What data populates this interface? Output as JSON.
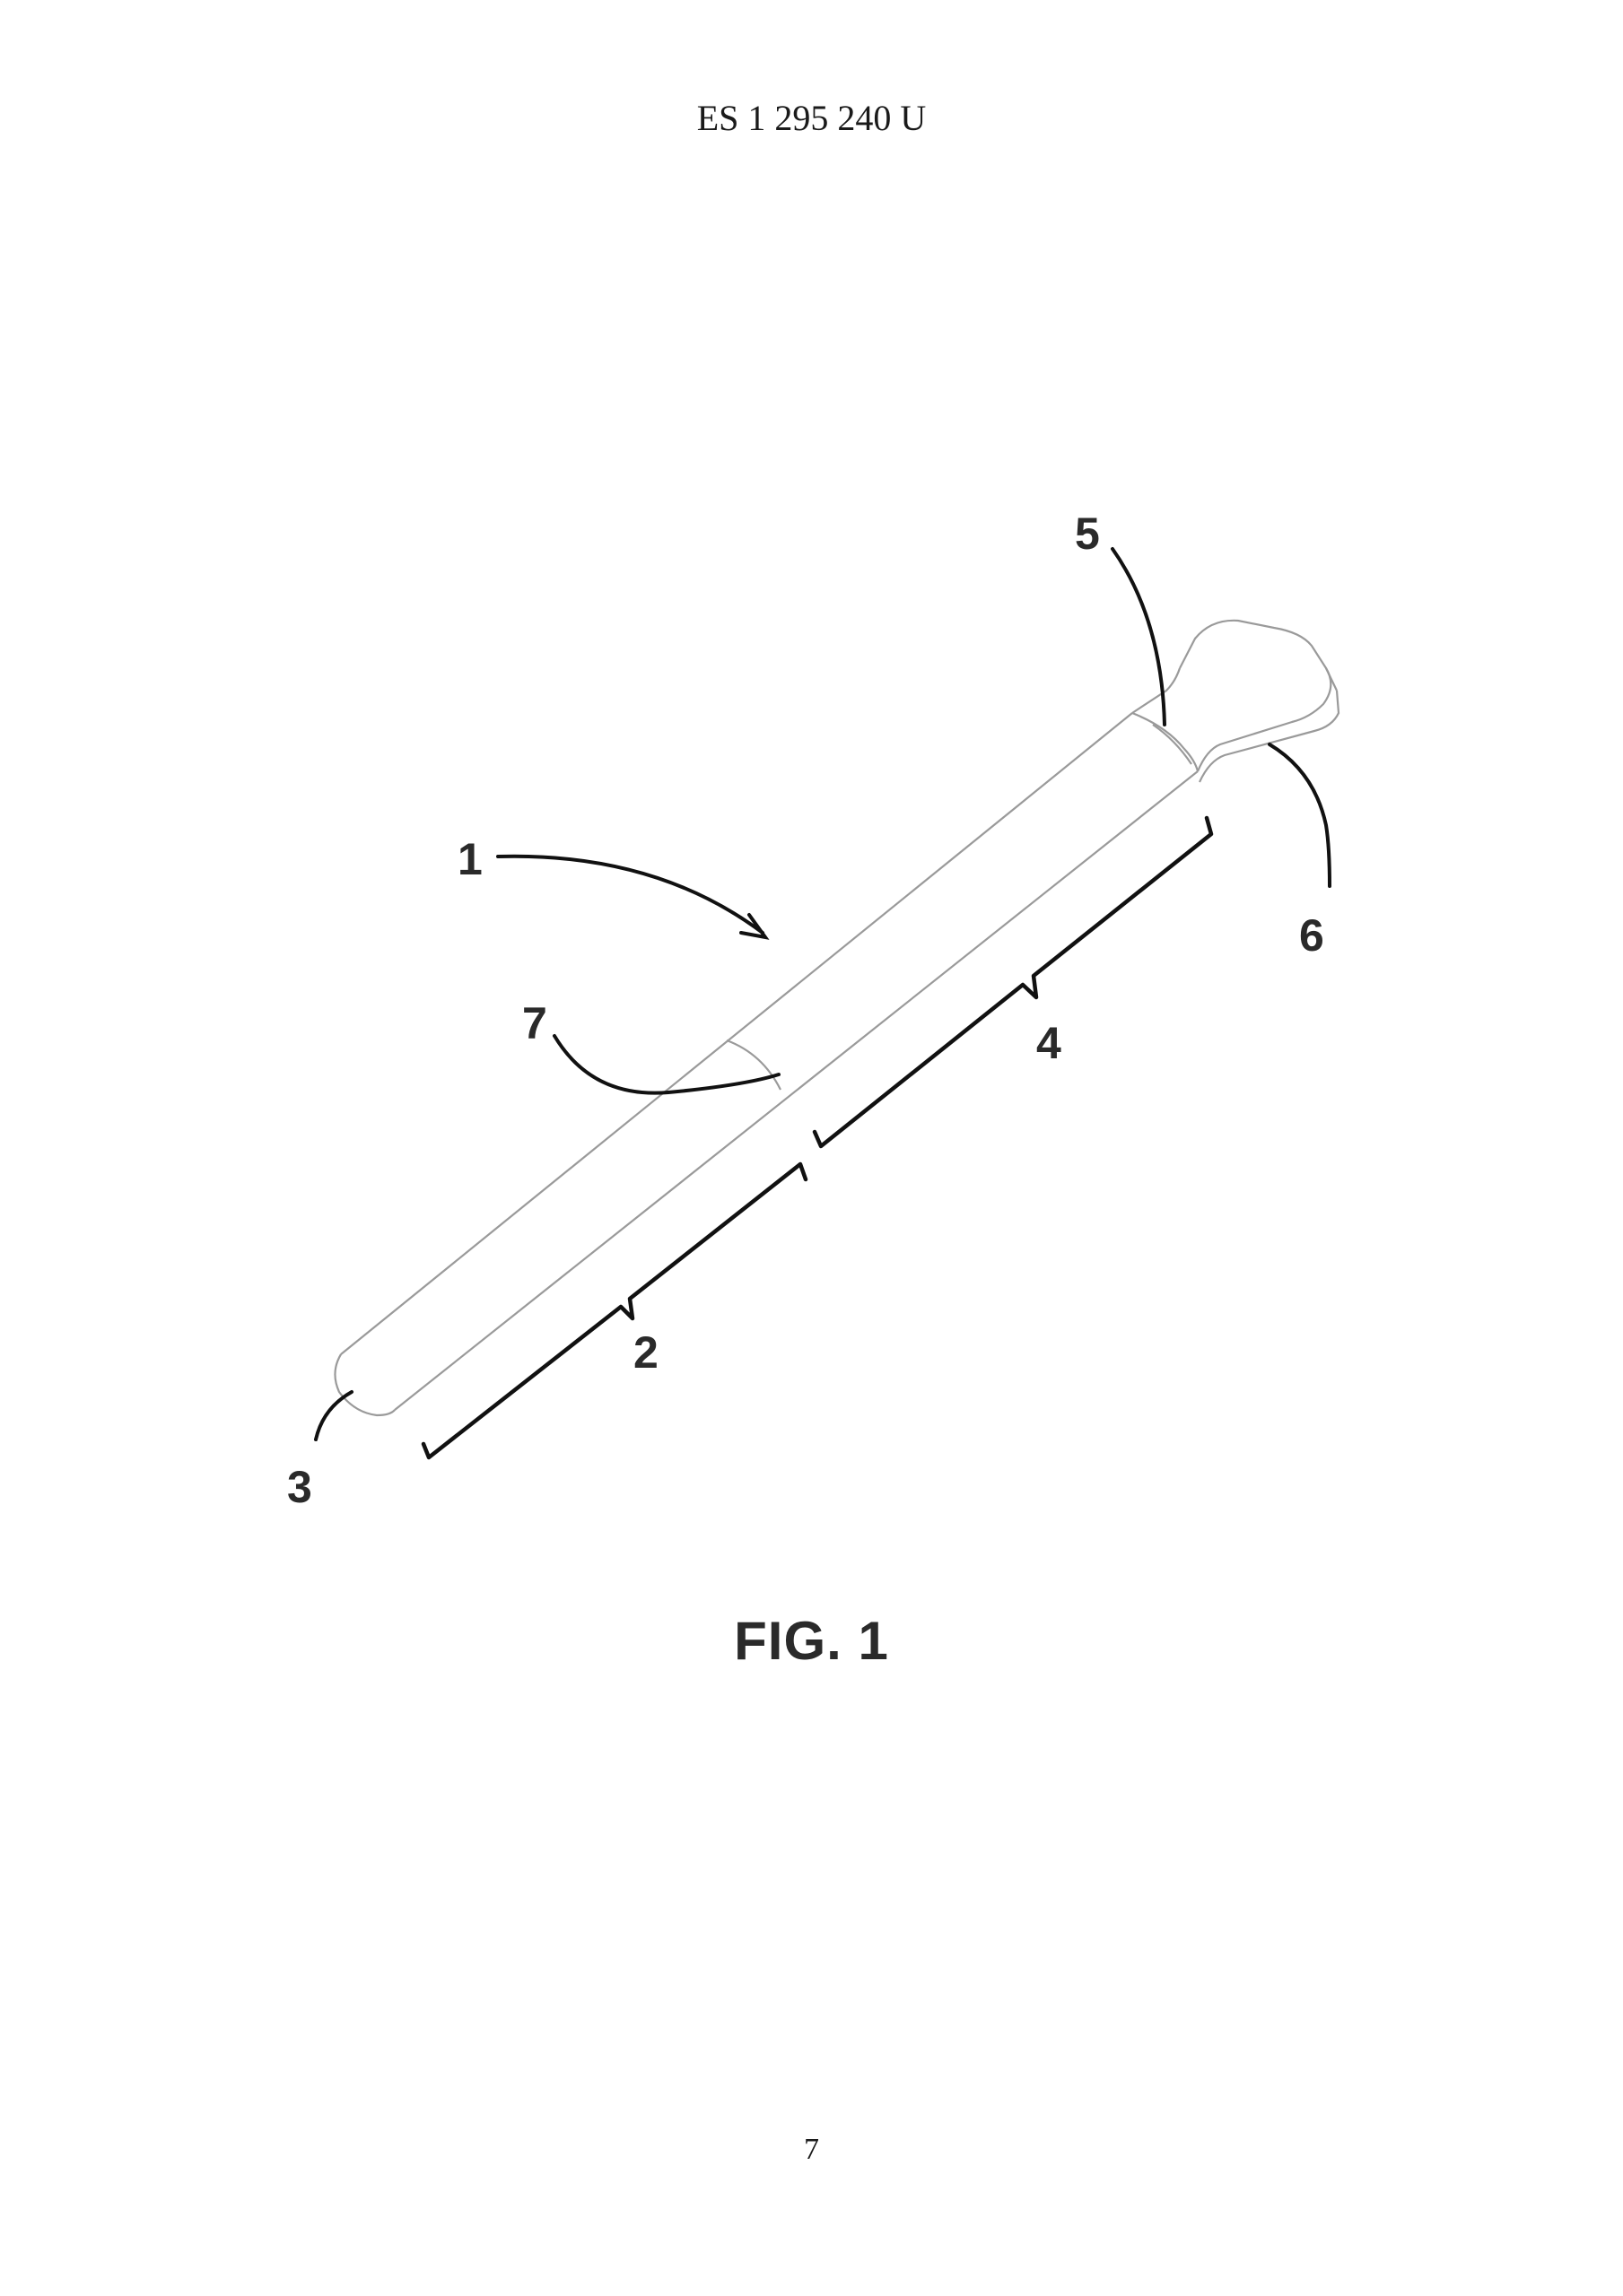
{
  "header": {
    "publication_number": "ES 1 295 240 U"
  },
  "figure": {
    "caption": "FIG. 1",
    "reference_numerals": {
      "device": "1",
      "first_section": "2",
      "tip": "3",
      "second_section": "4",
      "junction": "5",
      "handle_head": "6",
      "section_boundary": "7"
    }
  },
  "footer": {
    "page_number": "7"
  }
}
